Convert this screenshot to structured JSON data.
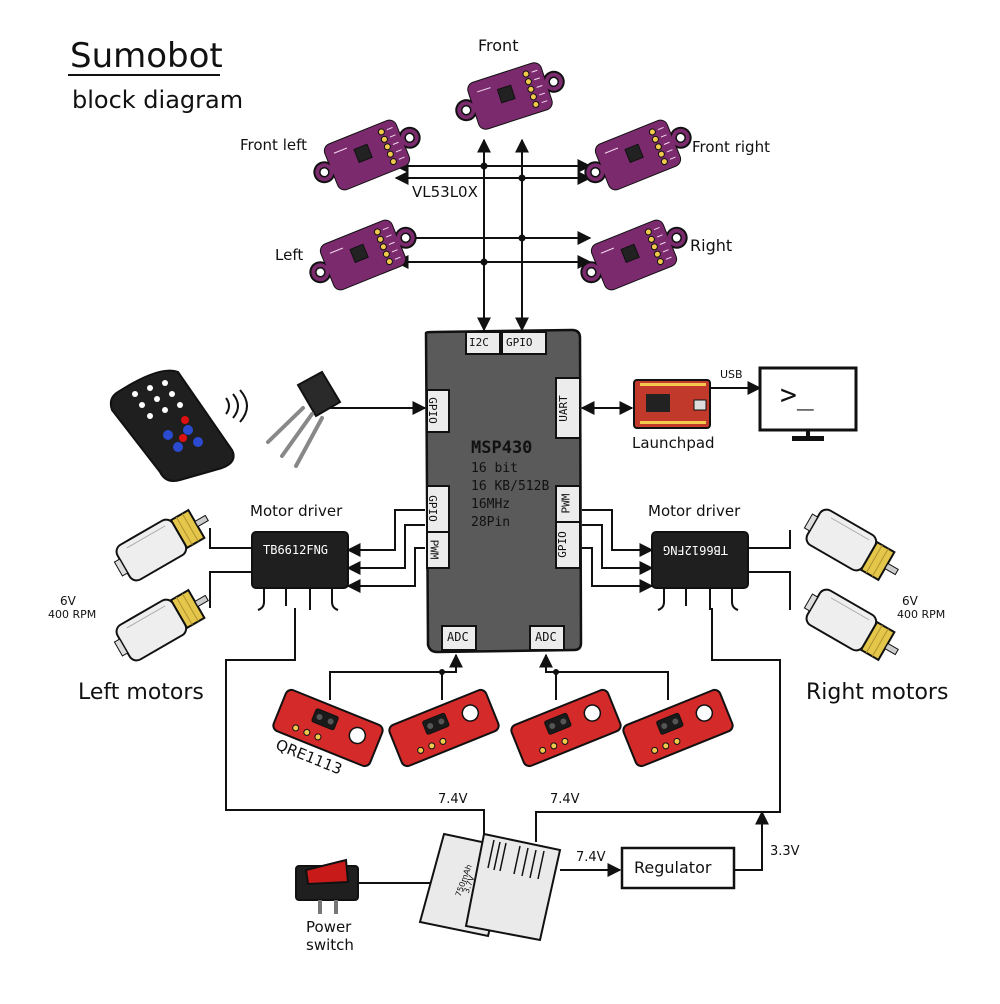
{
  "title": "Sumobot",
  "subtitle": "block diagram",
  "sensors": {
    "front": "Front",
    "front_left": "Front left",
    "front_right": "Front right",
    "left": "Left",
    "right": "Right",
    "part_label": "VL53L0X"
  },
  "mcu": {
    "name": "MSP430",
    "spec_bits": "16 bit",
    "spec_memory": "16 KB/512B",
    "spec_clock": "16MHz",
    "spec_pins": "28Pin",
    "port_i2c": "I2C",
    "port_gpio_top": "GPIO",
    "port_gpio_left": "GPIO",
    "port_gpio_left2": "GPIO",
    "port_pwm_left": "PWM",
    "port_uart": "UART",
    "port_pwm_right": "PWM",
    "port_gpio_right": "GPIO",
    "port_adc_left": "ADC",
    "port_adc_right": "ADC"
  },
  "programmer": {
    "launchpad": "Launchpad",
    "usb": "USB",
    "terminal_prompt": ">_"
  },
  "motor_driver_left": {
    "label": "Motor driver",
    "chip": "TB6612FNG"
  },
  "motor_driver_right": {
    "label": "Motor driver",
    "chip": "TB6612FNG"
  },
  "motors_left": {
    "voltage": "6V",
    "rpm": "400 RPM",
    "label": "Left motors"
  },
  "motors_right": {
    "voltage": "6V",
    "rpm": "400 RPM",
    "label": "Right motors"
  },
  "line_sensor": {
    "part_label": "QRE1113"
  },
  "power": {
    "battery_voltage_left": "7.4V",
    "battery_voltage_right": "7.4V",
    "battery_to_regulator": "7.4V",
    "battery_text_1": "750mAh",
    "battery_text_2": "3.7V",
    "regulator": "Regulator",
    "regulator_output": "3.3V",
    "switch_line1": "Power",
    "switch_line2": "switch"
  },
  "colors": {
    "sensor_board": "#7b2a6e",
    "mcu_body": "#5a5a5a",
    "launchpad_board": "#c0392b",
    "line_sensor_board": "#d42a2a",
    "motor_gear": "#e3c64a",
    "switch_red": "#c91a1a"
  }
}
